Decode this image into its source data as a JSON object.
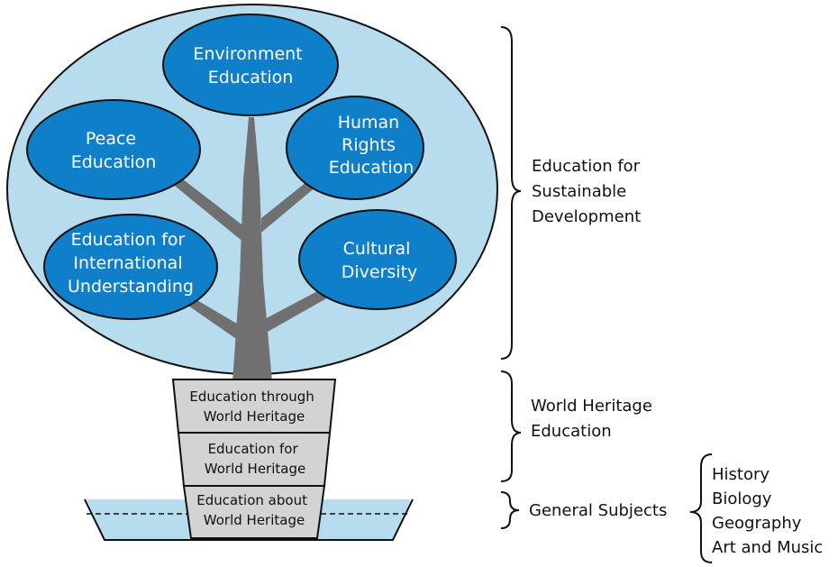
{
  "colors": {
    "canopy_fill": "#b7dcee",
    "node_fill": "#0e7fc8",
    "trunk": "#707070",
    "pot_fill": "#d3d3d3",
    "water": "#b7dcee",
    "outline": "#111111"
  },
  "canopy": {
    "nodes": [
      {
        "id": "environment",
        "lines": [
          "Environment",
          "Education"
        ]
      },
      {
        "id": "peace",
        "lines": [
          "Peace",
          "Education"
        ]
      },
      {
        "id": "human-rights",
        "lines": [
          "Human",
          "Rights",
          "Education"
        ]
      },
      {
        "id": "international",
        "lines": [
          "Education for",
          "International",
          "Understanding"
        ]
      },
      {
        "id": "cultural",
        "lines": [
          "Cultural",
          "Diversity"
        ]
      }
    ]
  },
  "pot": {
    "levels": [
      {
        "lines": [
          "Education through",
          "World Heritage"
        ]
      },
      {
        "lines": [
          "Education for",
          "World Heritage"
        ]
      },
      {
        "lines": [
          "Education about",
          "World Heritage"
        ]
      }
    ]
  },
  "labels": {
    "esd": [
      "Education for",
      "Sustainable",
      "Development"
    ],
    "whe": [
      "World Heritage",
      "Education"
    ],
    "general": "General Subjects"
  },
  "subjects": [
    "History",
    "Biology",
    "Geography",
    "Art and Music"
  ]
}
